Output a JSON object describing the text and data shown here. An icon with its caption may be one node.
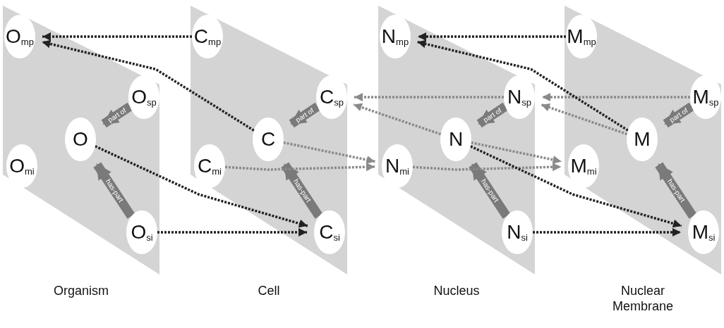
{
  "diagram": {
    "nodes": [
      {
        "text": [
          "Organism"
        ]
      },
      {
        "text": [
          "O$_{mp}$"
        ],
        "in": 0
      },
      {
        "text": [
          "O$_{sp}$"
        ],
        "in": 0
      },
      {
        "text": [
          "O"
        ],
        "in": 0
      },
      {
        "text": [
          "O$_{mi}$"
        ],
        "in": 0
      },
      {
        "text": [
          "O$_{si}$"
        ],
        "in": 0
      },
      {
        "text": [
          "Cell"
        ]
      },
      {
        "text": [
          "C$_{mp}$"
        ],
        "in": 6
      },
      {
        "text": [
          "C$_{sp}$"
        ],
        "in": 6
      },
      {
        "text": [
          "C"
        ],
        "in": 6
      },
      {
        "text": [
          "C$_{mi}$"
        ],
        "in": 6
      },
      {
        "text": [
          "C$_{si}$"
        ],
        "in": 6
      },
      {
        "text": [
          "Nucleus"
        ]
      },
      {
        "text": [
          "N$_{mp}$"
        ],
        "in": 12
      },
      {
        "text": [
          "N$_{sp}$"
        ],
        "in": 12
      },
      {
        "text": [
          "N"
        ],
        "in": 12
      },
      {
        "text": [
          "N$_{mi}$"
        ],
        "in": 12
      },
      {
        "text": [
          "N$_{si}$"
        ],
        "in": 12
      },
      {
        "text": [
          "Nuclear Membrane"
        ]
      },
      {
        "text": [
          "M$_{mp}$"
        ],
        "in": 18
      },
      {
        "text": [
          "M$_{sp}$"
        ],
        "in": 18
      },
      {
        "text": [
          "M"
        ],
        "in": 18
      },
      {
        "text": [
          "M$_{mi}$"
        ],
        "in": 18
      },
      {
        "text": [
          "M$_{si}$"
        ],
        "in": 18
      }
    ],
    "edges": [
      {
        "from": 2,
        "to": 3,
        "arrow": "to",
        "label": "part of",
        "style": "thick",
        "color": "#7a7a7a"
      },
      {
        "from": 5,
        "to": 3,
        "arrow": "to",
        "label": "has-part",
        "style": "thick",
        "color": "#7a7a7a"
      },
      {
        "from": 8,
        "to": 9,
        "arrow": "to",
        "label": "part of",
        "style": "thick",
        "color": "#7a7a7a"
      },
      {
        "from": 11,
        "to": 9,
        "arrow": "to",
        "label": "has-part",
        "style": "thick",
        "color": "#7a7a7a"
      },
      {
        "from": 14,
        "to": 15,
        "arrow": "to",
        "label": "part of",
        "style": "thick",
        "color": "#7a7a7a"
      },
      {
        "from": 17,
        "to": 15,
        "arrow": "to",
        "label": "has-part",
        "style": "thick",
        "color": "#7a7a7a"
      },
      {
        "from": 20,
        "to": 21,
        "arrow": "to",
        "label": "part of",
        "style": "thick",
        "color": "#7a7a7a"
      },
      {
        "from": 23,
        "to": 21,
        "arrow": "to",
        "label": "has-part",
        "style": "thick",
        "color": "#7a7a7a"
      },
      {
        "from": 7,
        "to": 1,
        "arrow": "to",
        "style": "dashed"
      },
      {
        "from": 9,
        "to": 1,
        "arrow": "to",
        "style": "dashed"
      },
      {
        "from": 3,
        "to": 11,
        "arrow": "to",
        "style": "dashed"
      },
      {
        "from": 5,
        "to": 11,
        "arrow": "to",
        "style": "dashed"
      },
      {
        "from": 9,
        "to": 16,
        "arrow": "to",
        "style": "dashed",
        "color": "#8a8a8a"
      },
      {
        "from": 10,
        "to": 16,
        "arrow": "to",
        "style": "dashed",
        "color": "#8a8a8a"
      },
      {
        "from": 14,
        "to": 8,
        "arrow": "to",
        "style": "dashed",
        "color": "#8a8a8a"
      },
      {
        "from": 15,
        "to": 8,
        "arrow": "to",
        "style": "dashed",
        "color": "#8a8a8a"
      },
      {
        "from": 20,
        "to": 14,
        "arrow": "to",
        "style": "dashed",
        "color": "#8a8a8a"
      },
      {
        "from": 21,
        "to": 14,
        "arrow": "to",
        "style": "dashed",
        "color": "#8a8a8a"
      },
      {
        "from": 19,
        "to": 13,
        "arrow": "to",
        "style": "dashed"
      },
      {
        "from": 21,
        "to": 13,
        "arrow": "to",
        "style": "dashed"
      },
      {
        "from": 15,
        "to": 22,
        "arrow": "to",
        "style": "dashed",
        "color": "#8a8a8a"
      },
      {
        "from": 16,
        "to": 22,
        "arrow": "to",
        "style": "dashed",
        "color": "#8a8a8a"
      },
      {
        "from": 15,
        "to": 23,
        "arrow": "to",
        "style": "dashed"
      },
      {
        "from": 17,
        "to": 23,
        "arrow": "to",
        "style": "dashed"
      }
    ]
  }
}
